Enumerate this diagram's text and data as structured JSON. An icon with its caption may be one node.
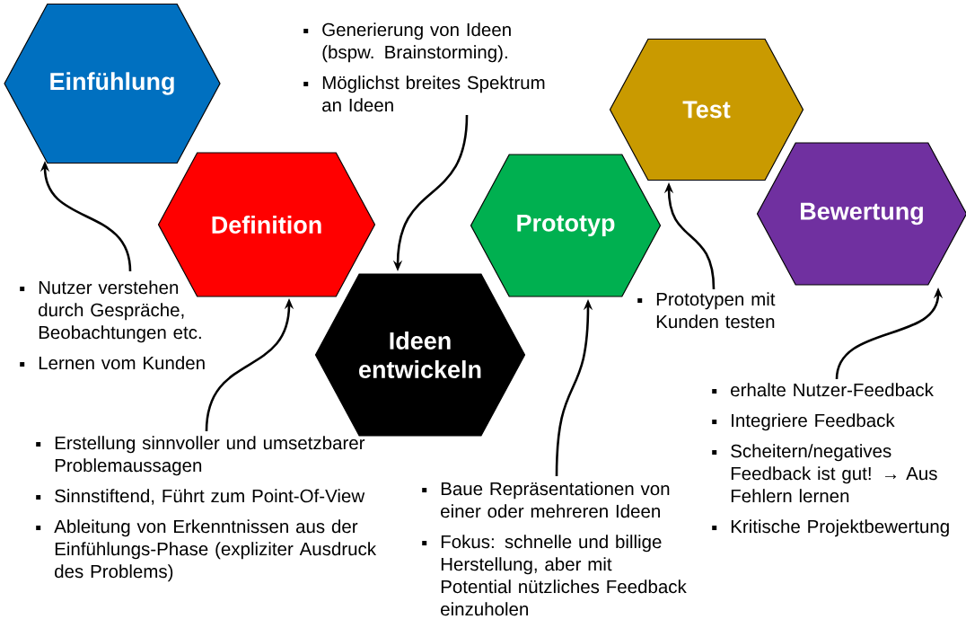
{
  "diagram": {
    "nodes": [
      {
        "text": [
          "Einfühlung"
        ]
      },
      {
        "text": [
          "Definition"
        ]
      },
      {
        "text": [
          "Ideen entwickeln"
        ]
      },
      {
        "text": [
          "Prototyp"
        ]
      },
      {
        "text": [
          "Test"
        ]
      },
      {
        "text": [
          "Bewertung"
        ]
      },
      {
        "text": [
          "Nutzer verstehen durch Gespräche, Beobachtungen etc.",
          "Lernen vom Kunden"
        ]
      },
      {
        "text": [
          "Erstellung sinnvoller und umsetzbarer Problemaussagen",
          "Sinnstiftend, Führt zum Point-Of-View",
          "Ableitung von Erkenntnissen aus der Einfühlungs-Phase (expliziter Ausdruck des Problems)"
        ]
      },
      {
        "text": [
          "Generierung von Ideen (bspw. Brainstorming).",
          "Möglichst breites Spektrum an Ideen"
        ]
      },
      {
        "text": [
          "Baue Repräsentationen von einer oder mehreren Ideen",
          "Fokus: schnelle und billige Herstellung, aber mit Potential nützliches Feedback einzuholen"
        ]
      },
      {
        "text": [
          "Prototypen mit Kunden testen"
        ]
      },
      {
        "text": [
          "erhalte Nutzer-Feedback",
          "Integriere Feedback",
          "Scheitern/negatives Feedback ist gut! → Aus Fehlern lernen",
          "Kritische Projektbewertung"
        ]
      }
    ],
    "edges": [
      {
        "from": 6,
        "to": 0,
        "arrow": "to"
      },
      {
        "from": 7,
        "to": 1,
        "arrow": "to"
      },
      {
        "from": 8,
        "to": 2,
        "arrow": "to"
      },
      {
        "from": 9,
        "to": 3,
        "arrow": "to"
      },
      {
        "from": 10,
        "to": 4,
        "arrow": "to"
      },
      {
        "from": 11,
        "to": 5,
        "arrow": "to"
      }
    ]
  }
}
